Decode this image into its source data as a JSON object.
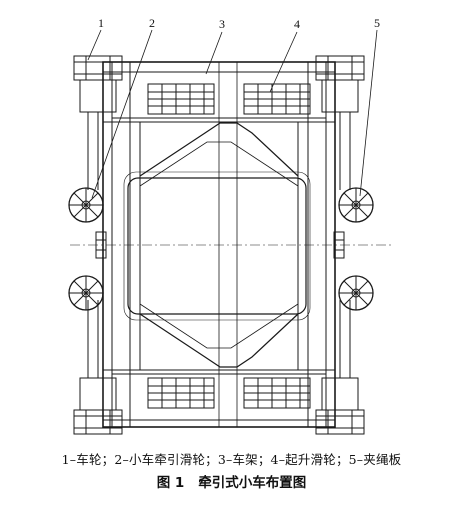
{
  "callouts": [
    {
      "id": "1",
      "label": "1"
    },
    {
      "id": "2",
      "label": "2"
    },
    {
      "id": "3",
      "label": "3"
    },
    {
      "id": "4",
      "label": "4"
    },
    {
      "id": "5",
      "label": "5"
    }
  ],
  "legend": "1–车轮；2–小车牵引滑轮；3–车架；4–起升滑轮；5–夹绳板",
  "caption": {
    "number": "图 1",
    "title": "牵引式小车布置图"
  }
}
